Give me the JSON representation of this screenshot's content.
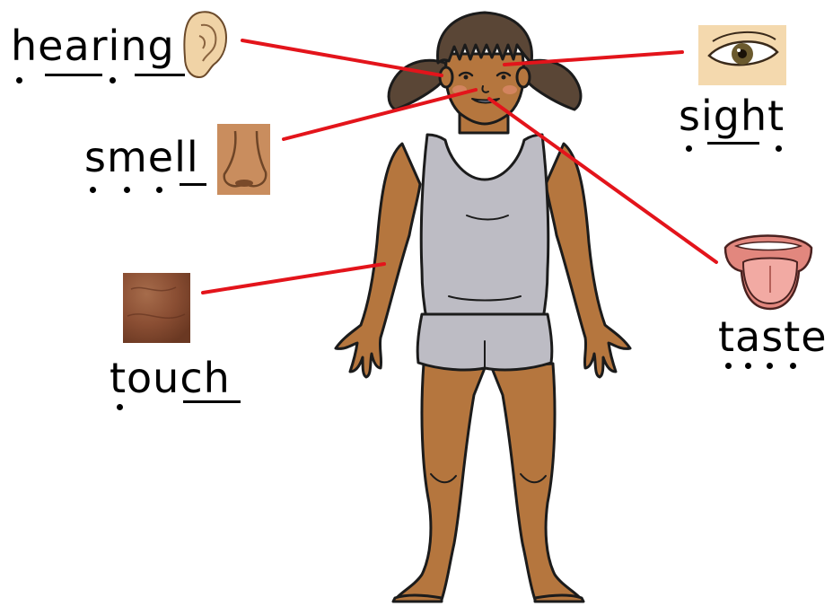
{
  "labels": {
    "hearing": "hearing",
    "smell": "smell",
    "touch": "touch",
    "sight": "sight",
    "taste": "taste"
  },
  "colors": {
    "connector": "#e3141b",
    "skin": "#b5763e",
    "hair": "#5a4636",
    "vest": "#bdbcc4",
    "outline": "#1b1b1b"
  },
  "icons": {
    "hearing": "ear-icon",
    "smell": "nose-icon",
    "touch": "skin-texture-icon",
    "sight": "eye-icon",
    "taste": "tongue-icon"
  }
}
